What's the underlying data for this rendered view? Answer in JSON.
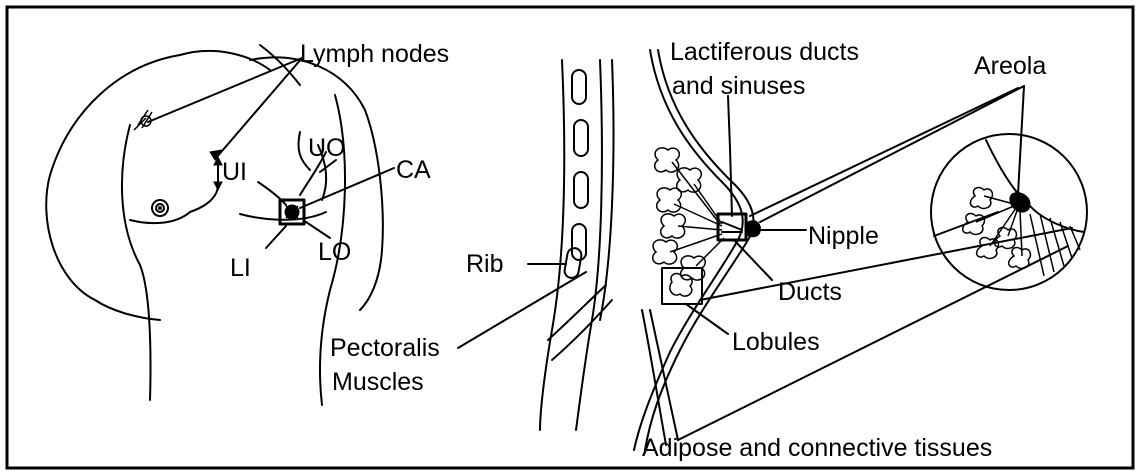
{
  "labels": {
    "lymph_nodes": "Lymph nodes",
    "ui": "UI",
    "uo": "UO",
    "ca": "CA",
    "li": "LI",
    "lo": "LO",
    "pectoralis_line1": "Pectoralis",
    "pectoralis_line2": "Muscles",
    "rib": "Rib",
    "lactiferous_line1": "Lactiferous ducts",
    "lactiferous_line2": "and sinuses",
    "areola": "Areola",
    "nipple": "Nipple",
    "ducts": "Ducts",
    "lobules": "Lobules",
    "adipose": "Adipose and connective tissues"
  }
}
